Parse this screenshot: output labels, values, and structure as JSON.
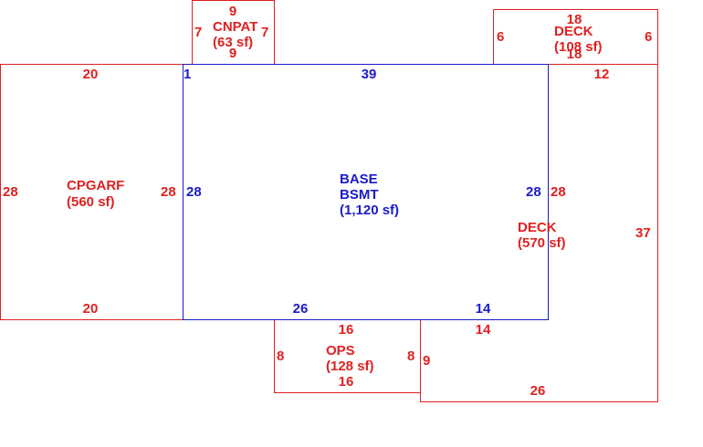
{
  "colors": {
    "exterior": "#e02020",
    "base": "#1a1acc",
    "background": "#ffffff"
  },
  "areas": {
    "cnpat": {
      "name": "CNPAT",
      "area": "(63 sf)"
    },
    "deck_top": {
      "name": "DECK",
      "area": "(108 sf)"
    },
    "cpgarf": {
      "name": "CPGARF",
      "area": "(560 sf)"
    },
    "base": {
      "name1": "BASE",
      "name2": "BSMT",
      "area": "(1,120 sf)"
    },
    "deck_right": {
      "name": "DECK",
      "area": "(570 sf)"
    },
    "ops": {
      "name": "OPS",
      "area": "(128 sf)"
    }
  },
  "dims": {
    "cnpat_top": "9",
    "cnpat_bottom": "9",
    "cnpat_left": "7",
    "cnpat_right": "7",
    "deck_top_top": "18",
    "deck_top_bottom": "18",
    "deck_top_left": "6",
    "deck_top_right": "6",
    "cpgarf_top": "20",
    "cpgarf_bottom": "20",
    "cpgarf_left": "28",
    "cpgarf_right": "28",
    "base_top_a": "1",
    "base_top_b": "39",
    "base_left": "28",
    "base_right": "28",
    "base_bottom_a": "26",
    "base_bottom_b": "14",
    "deck_right_top": "12",
    "deck_right_left": "28",
    "deck_right_right": "37",
    "deck_right_bottom": "26",
    "deck_right_inner_a": "14",
    "deck_right_inner_b": "9",
    "ops_top": "16",
    "ops_bottom": "16",
    "ops_left": "8",
    "ops_right": "8"
  }
}
